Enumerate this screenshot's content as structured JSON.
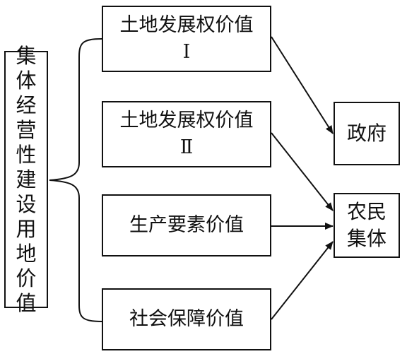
{
  "left_box": {
    "label": "集体经营性建设用地价值"
  },
  "middle_boxes": [
    {
      "label": "土地发展权价值Ⅰ"
    },
    {
      "label": "土地发展权价值Ⅱ"
    },
    {
      "label": "生产要素价值"
    },
    {
      "label": "社会保障价值"
    }
  ],
  "right_boxes": {
    "government": "政府",
    "farmer_collective": "农民集体"
  }
}
